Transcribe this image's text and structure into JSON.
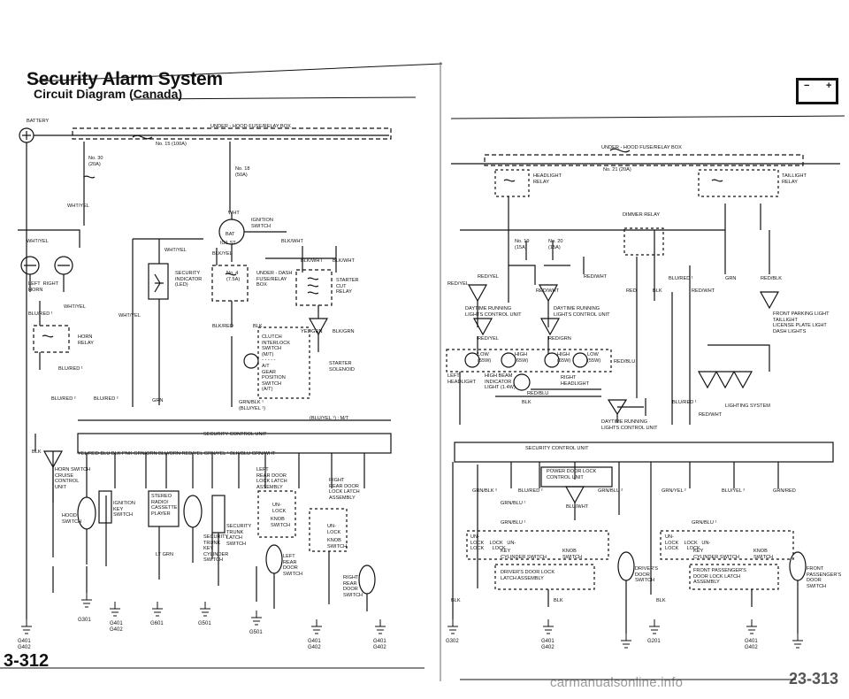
{
  "page": {
    "title": "Security Alarm System",
    "subtitle": "Circuit Diagram (Canada)",
    "page_left": "3-312",
    "page_right": "23-313",
    "watermark": "carmanualsonline.info"
  },
  "left": {
    "battery": "BATTERY",
    "underhood": "UNDER - HOOD FUSE/RELAY BOX",
    "fuse15": "No. 15 (100A)",
    "fuse30": "No. 30\n(20A)",
    "fuse18": "No. 18\n(50A)",
    "wht": "WHT",
    "whtyel": "WHT/YEL",
    "ign": "IGNITION\nSWITCH",
    "bat": "BAT",
    "ig1st": "IG1 ST",
    "blkwht": "BLK/WHT",
    "blkyel": "BLK/YEL",
    "horns": "LEFT  RIGHT\nHORN",
    "bluredtop": "BLU/RED ¹",
    "hornrelay": "HORN\nRELAY",
    "secind": "SECURITY\nINDICATOR\n(LED)",
    "fuse4": "No. 4\n(7.5A)",
    "underdash": "UNDER - DASH\nFUSE/RELAY\nBOX",
    "starter": "STARTER\nCUT\nRELAY",
    "solenoid": "STARTER\nSOLENOID",
    "clutch": "CLUTCH\nINTERLOCK\nSWITCH\n(M/T)\n- - - - -\nA/T\nGEAR\nPOSITION\nSWITCH\n(A/T)",
    "yelgrn": "YEL/GRN",
    "blkgrn": "BLK/GRN",
    "grnblk": "GRN/BLK ¹\n(BLU/YEL ¹)",
    "blured2": "BLU/RED ¹",
    "blured3": "BLU/RED ²",
    "mt": "(BLU/YEL ¹) : M/T",
    "blkred": "BLK/RED",
    "blk": "BLK",
    "grn": "GRN",
    "scu": "SECURITY CONTROL UNIT",
    "row": "YEL/RED    BLU         BLK        PNK   GRN/ORN    BLU/ORN     RED/YEL   GRN/YEL ¹  BLK/BLU      GRN/WHT",
    "horncruise": "HORN SWITCH\nCRUISE\nCONTROL\nUNIT",
    "hood": "HOOD\nSWITCH",
    "ignkey": "IGNITION\nKEY\nSWITCH",
    "stereo": "STEREO\nRADIO/\nCASSETTE\nPLAYER",
    "seckey": "SECURITY\nTRUNK\nKEY\nCYLINDER\nSWITCH",
    "sectrunk": "SECURITY\nTRUNK\nLATCH\nSWITCH",
    "ltgrn": "LT GRN",
    "lrdoor": "LEFT\nREAR DOOR\nLOCK LATCH\nASSEMBLY",
    "rrdoor": "RIGHT\nREAR DOOR\nLOCK LATCH\nASSEMBLY",
    "unlock": "UN-\nLOCK",
    "knob": "KNOB\nSWITCH",
    "lrswitch": "LEFT\nREAR\nDOOR\nSWITCH",
    "rrswitch": "RIGHT\nREAR\nDOOR\nSWITCH",
    "g1": "G401\nG402",
    "g2": "G301",
    "g3": "G401\nG402",
    "g4": "G601",
    "g5": "G501",
    "g6": "G501",
    "g7": "G401\nG402",
    "g8": "G401\nG402"
  },
  "right": {
    "underhood": "UNDER - HOOD FUSE/RELAY BOX",
    "fuse21": "No. 21 (20A)",
    "headlight": "HEADLIGHT\nRELAY",
    "taillight": "TAILLIGHT\nRELAY",
    "dimmer": "DIMMER RELAY",
    "fuse19": "No. 19\n(15A)",
    "fuse20": "No. 20\n(15A)",
    "redyel": "RED/YEL",
    "redwht": "RED/WHT",
    "drl1": "DAYTIME RUNNING\nLIGHTS CONTROL UNIT",
    "drl2": "DAYTIME RUNNING\nLIGHTS CONTROL UNIT",
    "redgrn": "RED/GRN",
    "low1": "LOW\n(55W)",
    "high1": "HIGH\n(65W)",
    "high2": "HIGH\n(65W)",
    "low2": "LOW\n(55W)",
    "lefthl": "LEFT\nHEADLIGHT",
    "righthl": "RIGHT\nHEADLIGHT",
    "hbi": "HIGH BEAM\nINDICATOR\nLIGHT (1.4W)",
    "redblu": "RED/BLU",
    "blk": "BLK",
    "red": "RED",
    "drl3": "DAYTIME RUNNING\nLIGHTS CONTROL UNIT",
    "blured": "BLU/RED ¹",
    "blured2": "BLU/RED ¹",
    "front": "FRONT PARKING LIGHT\nTAILLIGHT\nLICENSE PLATE LIGHT\nDASH LIGHTS",
    "lighting": "LIGHTING SYSTEM",
    "grn": "GRN",
    "redblk": "RED/BLK",
    "scu": "SECURITY CONTROL UNIT",
    "pdl": "POWER DOOR LOCK\nCONTROL UNIT",
    "grnblk": "GRN/BLK ²",
    "blured3": "BLU/RED ²",
    "grnblu": "GRN/BLU ²",
    "grnblu1": "GRN/BLU ¹",
    "bluwht": "BLU/WHT",
    "grnblu3": "GRN/BLU ¹",
    "grnyel": "GRN/YEL ²",
    "bluyel": "BLU/YEL ²",
    "grnred": "GRN/RED",
    "grnblu4": "GRN/BLU ¹",
    "locks": "UN-\nLOCK    LOCK   UN-\nLOCK      LOCK",
    "keycyl": "KEY\nCYLINDER SWITCH",
    "knobsw": "KNOB\nSWITCH",
    "drvlatch": "DRIVER'S DOOR LOCK\nLATCH ASSEMBLY",
    "drvdoor": "DRIVER'S\nDOOR\nSWITCH",
    "fplatch": "FRONT PASSENGER'S\nDOOR LOCK LATCH\nASSEMBLY",
    "fpdoor": "FRONT\nPASSENGER'S\nDOOR\nSWITCH",
    "g1": "G302",
    "g2": "G401\nG402",
    "g3": "G201",
    "g4": "G401\nG402"
  }
}
